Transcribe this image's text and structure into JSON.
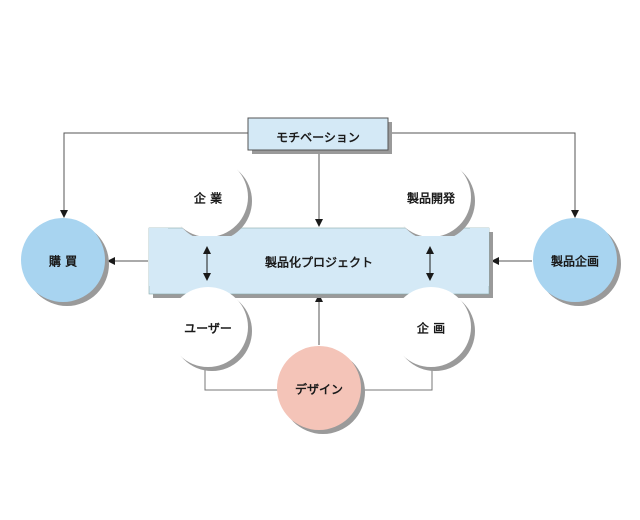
{
  "nodes": {
    "motivation": "モチベーション",
    "project": "製品化プロジェクト",
    "purchase": "購 買",
    "product_planning": "製品企画",
    "enterprise": "企 業",
    "product_development": "製品開発",
    "user": "ユーザー",
    "planning": "企 画",
    "design": "デザイン"
  },
  "colors": {
    "blue_fill": "#a8d4f0",
    "light_blue_fill": "#d4e9f6",
    "pink_fill": "#f4c4b8",
    "stroke": "#555555",
    "shadow": "#9a9a9a"
  }
}
